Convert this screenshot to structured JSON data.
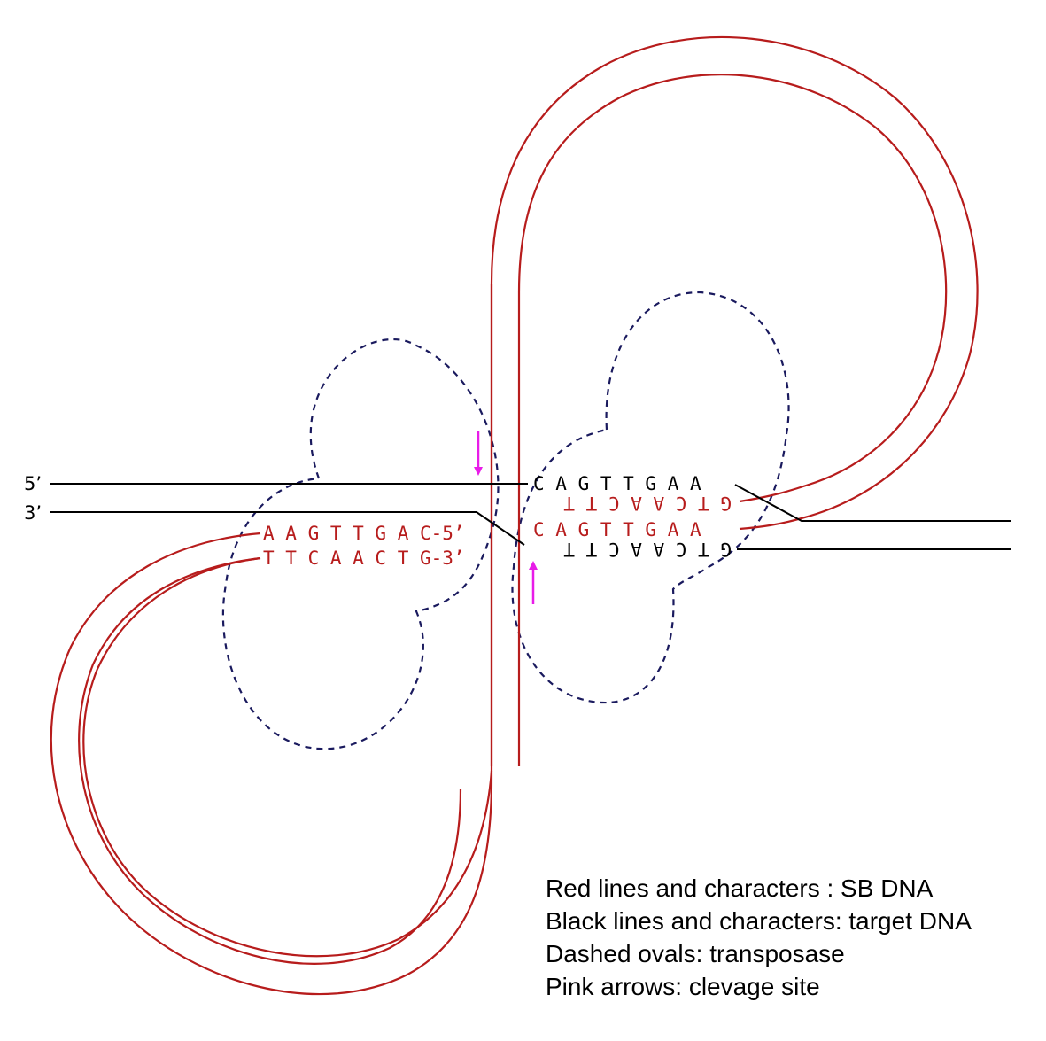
{
  "colors": {
    "sb_dna": "#b71c1c",
    "target_dna": "#000000",
    "transposase": "#1a1a5e",
    "cleavage_arrow": "#e81ce8"
  },
  "labels": {
    "five_prime": "5’",
    "three_prime": "3’"
  },
  "sequences": {
    "left_top": "A A G T T G A C-5’",
    "left_bottom": "T T C A A C T G-3’",
    "right_row1": "C A G T T G A A",
    "right_row2": "G T C A A C T T",
    "right_row3": "C A G T T G A A",
    "right_row4": "G T C A A C T T"
  },
  "legend": [
    "Red lines and characters : SB DNA",
    "Black lines and characters: target DNA",
    "Dashed ovals: transposase",
    "Pink arrows: clevage site"
  ]
}
